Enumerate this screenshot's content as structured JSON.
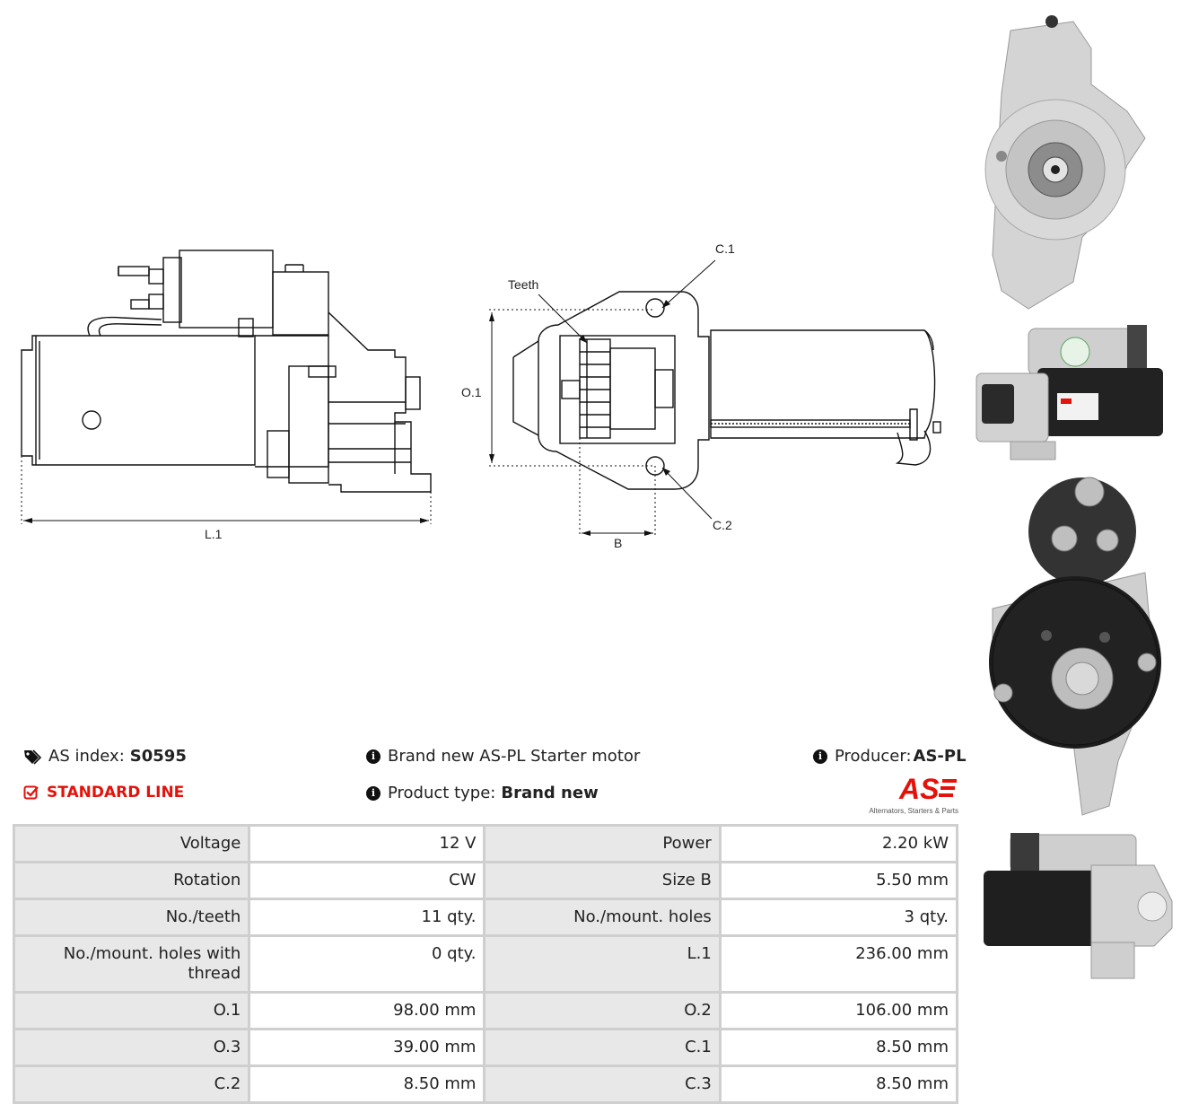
{
  "diagram": {
    "labels": {
      "l1": "L.1",
      "teeth": "Teeth",
      "c1": "C.1",
      "c2": "C.2",
      "o1": "O.1",
      "b": "B"
    }
  },
  "info": {
    "as_index_label": "AS index:",
    "as_index_value": "S0595",
    "line": "STANDARD LINE",
    "description": "Brand new AS-PL Starter motor",
    "product_type_label": "Product type:",
    "product_type_value": "Brand new",
    "producer_label": "Producer:",
    "producer_value": "AS-PL"
  },
  "logo": {
    "mark": "AS",
    "tagline": "Alternators, Starters & Parts"
  },
  "specs": [
    [
      "Voltage",
      "12 V",
      "Power",
      "2.20 kW"
    ],
    [
      "Rotation",
      "CW",
      "Size B",
      "5.50 mm"
    ],
    [
      "No./teeth",
      "11 qty.",
      "No./mount. holes",
      "3 qty."
    ],
    [
      "No./mount. holes with thread",
      "0 qty.",
      "L.1",
      "236.00 mm"
    ],
    [
      "O.1",
      "98.00 mm",
      "O.2",
      "106.00 mm"
    ],
    [
      "O.3",
      "39.00 mm",
      "C.1",
      "8.50 mm"
    ],
    [
      "C.2",
      "8.50 mm",
      "C.3",
      "8.50 mm"
    ]
  ],
  "colors": {
    "accent": "#e3120b",
    "label_cell": "#e8e8e8",
    "border": "#cfcfcf"
  }
}
